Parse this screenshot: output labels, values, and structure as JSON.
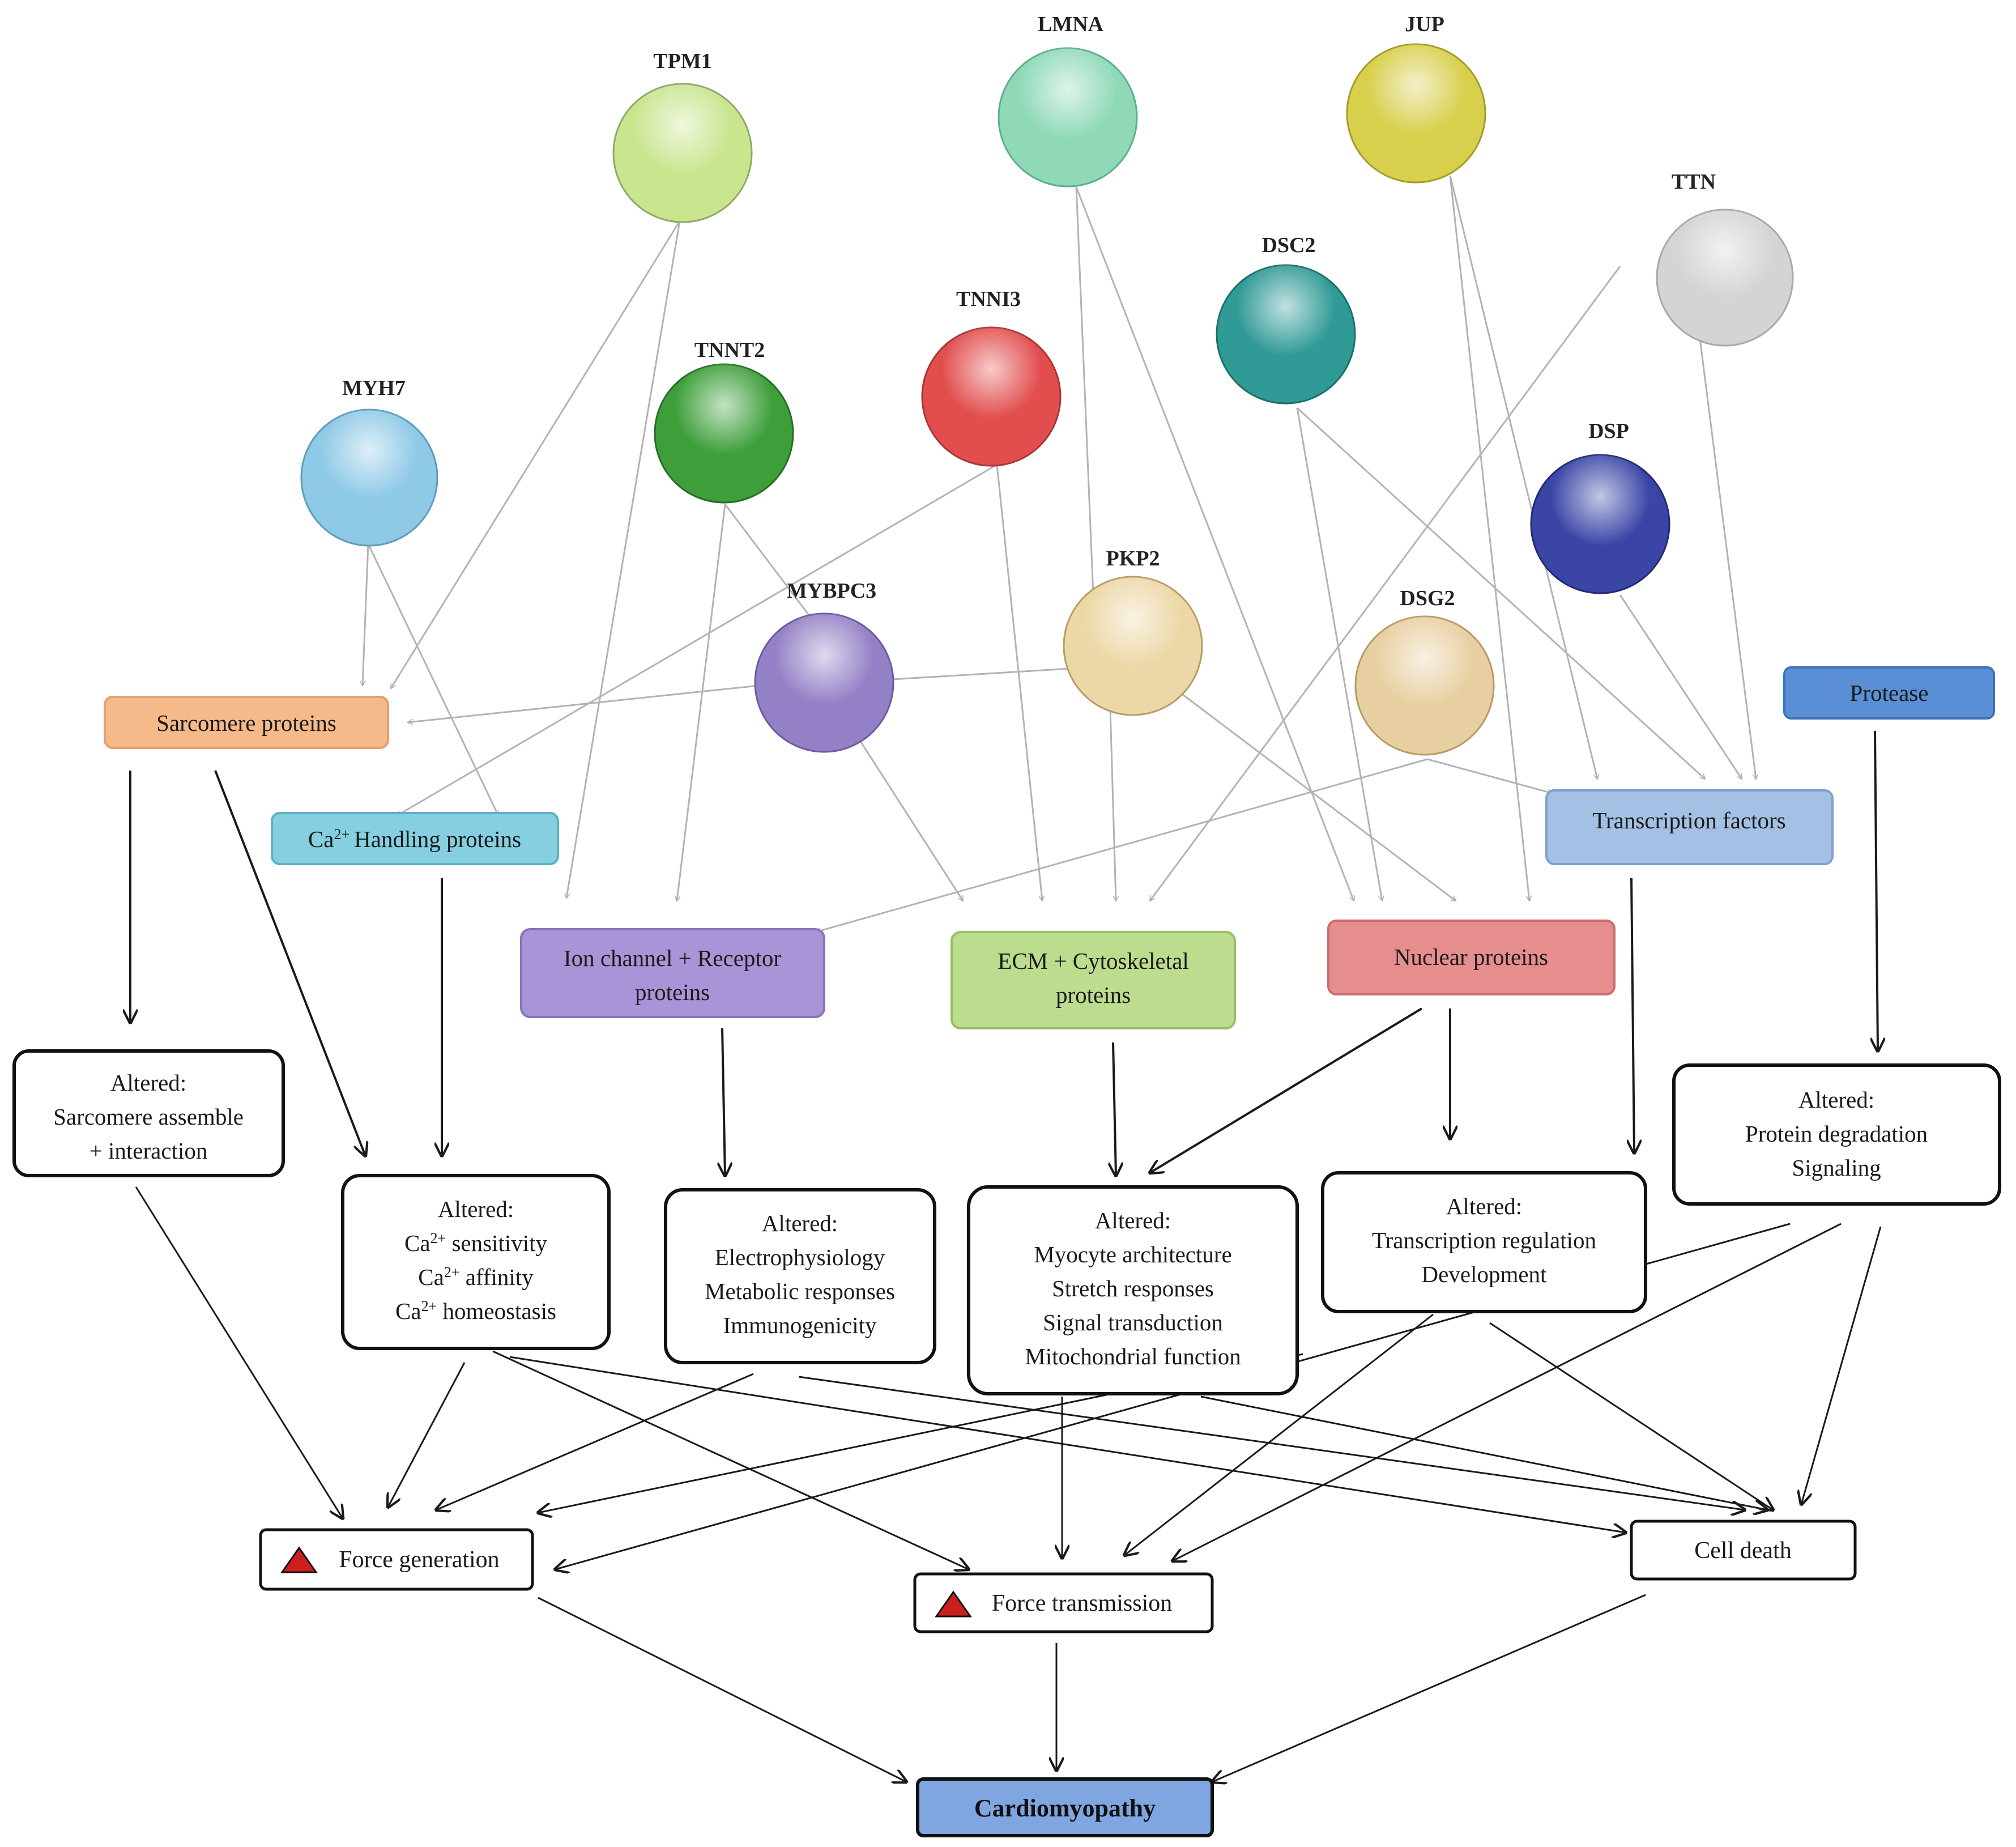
{
  "genes": [
    {
      "id": "tpm1",
      "label": "TPM1",
      "color": "#c9e58e"
    },
    {
      "id": "lmna",
      "label": "LMNA",
      "color": "#8fd9b8"
    },
    {
      "id": "jup",
      "label": "JUP",
      "color": "#d8cf4c"
    },
    {
      "id": "ttn",
      "label": "TTN",
      "color": "#d4d4d4"
    },
    {
      "id": "dsc2",
      "label": "DSC2",
      "color": "#2f9a96"
    },
    {
      "id": "tnni3",
      "label": "TNNI3",
      "color": "#e24e4e"
    },
    {
      "id": "tnnt2",
      "label": "TNNT2",
      "color": "#3d9e3a"
    },
    {
      "id": "myh7",
      "label": "MYH7",
      "color": "#8ec9e6"
    },
    {
      "id": "dsp",
      "label": "DSP",
      "color": "#3a45a6"
    },
    {
      "id": "pkp2",
      "label": "PKP2",
      "color": "#ecd7a6"
    },
    {
      "id": "mybpc3",
      "label": "MYBPC3",
      "color": "#9480c6"
    },
    {
      "id": "dsg2",
      "label": "DSG2",
      "color": "#e8cfa2"
    }
  ],
  "categories": [
    {
      "id": "sarcomere",
      "label": "Sarcomere proteins",
      "fill": "#f6b98a",
      "stroke": "#e3a070"
    },
    {
      "id": "ca",
      "label_main": "Handling proteins",
      "label_pre": "Ca",
      "label_sup": "2+",
      "fill": "#85cfe0",
      "stroke": "#5cb0c5"
    },
    {
      "id": "ion",
      "label_lines": [
        "Ion channel + Receptor",
        "proteins"
      ],
      "fill": "#a894d6",
      "stroke": "#8974bc"
    },
    {
      "id": "ecm",
      "label_lines": [
        "ECM + Cytoskeletal",
        "proteins"
      ],
      "fill": "#bcdc8e",
      "stroke": "#98bc68"
    },
    {
      "id": "nuclear",
      "label": "Nuclear proteins",
      "fill": "#e68e8e",
      "stroke": "#c86e6e"
    },
    {
      "id": "tf",
      "label": "Transcription factors",
      "fill": "#a4c0e4",
      "stroke": "#7f9fcc"
    },
    {
      "id": "protease",
      "label": "Protease",
      "fill": "#5a8fd6",
      "stroke": "#3f72b8"
    }
  ],
  "effects": {
    "e1": [
      "Altered:",
      "Sarcomere assemble",
      "+ interaction"
    ],
    "e2": {
      "title": "Altered:",
      "ca_pre": "Ca",
      "ca_sup": "2+",
      "lines": [
        " sensitivity",
        " affinity",
        " homeostasis"
      ]
    },
    "e3": [
      "Altered:",
      "Electrophysiology",
      "Metabolic responses",
      "Immunogenicity"
    ],
    "e4": [
      "Altered:",
      "Myocyte architecture",
      "Stretch responses",
      "Signal transduction",
      "Mitochondrial function"
    ],
    "e5": [
      "Altered:",
      "Transcription regulation",
      "Development"
    ],
    "e6": [
      "Altered:",
      "Protein degradation",
      "Signaling"
    ]
  },
  "outcomes": {
    "force_generation": "Force generation",
    "force_transmission": "Force transmission",
    "cell_death": "Cell death"
  },
  "final": "Cardiomyopathy",
  "colors": {
    "gray_arrow": "#b3b3b3",
    "black_arrow": "#1a1a1a",
    "triangle": "#cc1f1f",
    "final_fill": "#7fa6e0"
  }
}
